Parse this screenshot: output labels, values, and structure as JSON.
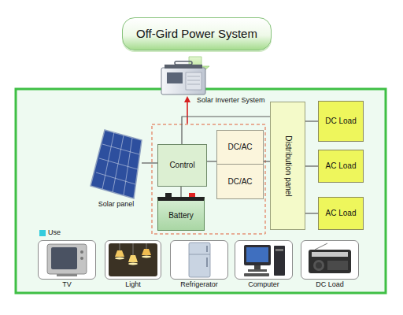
{
  "diagram": {
    "title": "Off-Gird Power System",
    "nodes": [
      {
        "text": [
          "Solar panel"
        ]
      },
      {
        "text": [
          "Control"
        ]
      },
      {
        "text": [
          "DC/AC"
        ]
      },
      {
        "text": [
          "DC/AC"
        ]
      },
      {
        "text": [
          "Battery"
        ]
      },
      {
        "text": [
          "Distribution panel"
        ]
      },
      {
        "text": [
          "DC Load"
        ]
      },
      {
        "text": [
          "AC Load"
        ]
      },
      {
        "text": [
          "AC Load"
        ]
      },
      {
        "text": [
          "TV"
        ]
      },
      {
        "text": [
          "Light"
        ]
      },
      {
        "text": [
          "Refrigerator"
        ]
      },
      {
        "text": [
          "Computer"
        ]
      },
      {
        "text": [
          "DC Load"
        ]
      }
    ],
    "edges": [
      {
        "from": 0,
        "to": 1,
        "arrow": "none"
      },
      {
        "from": 1,
        "to": 2,
        "arrow": "none"
      },
      {
        "from": 2,
        "to": 5,
        "arrow": "none"
      },
      {
        "from": 1,
        "to": 5,
        "arrow": "none"
      },
      {
        "from": 1,
        "to": 4,
        "arrow": "none"
      },
      {
        "from": 5,
        "to": 6,
        "arrow": "none"
      },
      {
        "from": 5,
        "to": 7,
        "arrow": "none"
      },
      {
        "from": 5,
        "to": 8,
        "arrow": "none"
      }
    ],
    "labels": [
      "Solar Inverter System"
    ],
    "legend": [
      {
        "text": "Use",
        "color": "#33ccdd"
      }
    ]
  }
}
